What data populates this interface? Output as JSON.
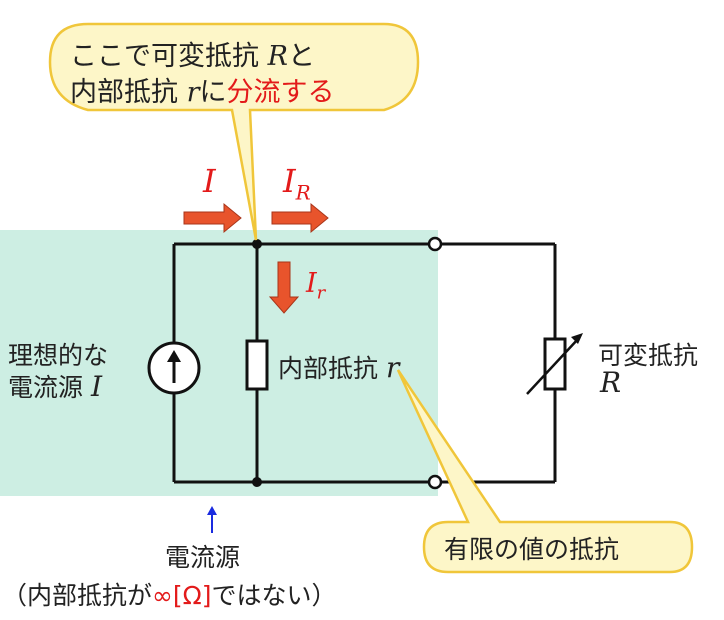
{
  "callout_top": {
    "line1_prefix": "ここで可変抵抗",
    "line1_var": "R",
    "line1_suffix": "と",
    "line2_prefix": "内部抵抗",
    "line2_var": "r",
    "line2_mid": "に",
    "line2_red": "分流する"
  },
  "currents": {
    "total": "I",
    "load_main": "I",
    "load_sub": "R",
    "internal_main": "I",
    "internal_sub": "r"
  },
  "source_label": {
    "line1": "理想的な",
    "line2": "電流源",
    "var": "I"
  },
  "internal_resistor_label": {
    "text": "内部抵抗",
    "var": "r"
  },
  "variable_resistor_label": {
    "line1": "可変抵抗",
    "var": "R"
  },
  "callout_bottom": {
    "text": "有限の値の抵抗"
  },
  "bottom_note": {
    "line1": "電流源",
    "line2_open": "（内部抵抗が",
    "line2_red": "∞[Ω]",
    "line2_close": "ではない）"
  },
  "colors": {
    "region_fill": "#cdeee3",
    "wire": "#111111",
    "current_arrow": "#e8542c",
    "callout_fill": "#fdf6c8",
    "callout_stroke": "#f0c63a",
    "red_text": "#e31a1a",
    "pointer_blue": "#1a2be0"
  }
}
